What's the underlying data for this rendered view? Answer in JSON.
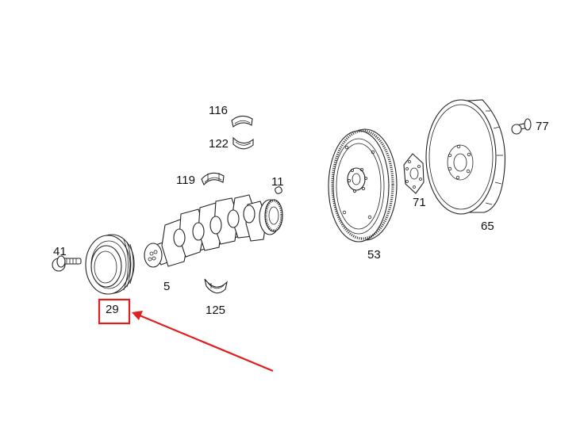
{
  "callouts": {
    "p116": "116",
    "p122": "122",
    "p119": "119",
    "p11": "11",
    "p41": "41",
    "p5": "5",
    "p29": "29",
    "p125": "125",
    "p53": "53",
    "p71": "71",
    "p65": "65",
    "p77": "77"
  },
  "colors": {
    "highlight": "#e02020",
    "line": "#222222",
    "background": "#ffffff"
  }
}
